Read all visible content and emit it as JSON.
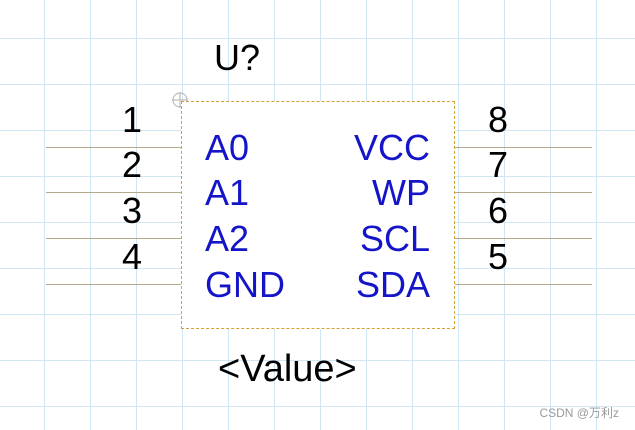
{
  "component": {
    "designator": "U?",
    "value": "<Value>",
    "left_pins": [
      {
        "number": "1",
        "name": "A0"
      },
      {
        "number": "2",
        "name": "A1"
      },
      {
        "number": "3",
        "name": "A2"
      },
      {
        "number": "4",
        "name": "GND"
      }
    ],
    "right_pins": [
      {
        "number": "8",
        "name": "VCC"
      },
      {
        "number": "7",
        "name": "WP"
      },
      {
        "number": "6",
        "name": "SCL"
      },
      {
        "number": "5",
        "name": "SDA"
      }
    ]
  },
  "watermark": "CSDN @万利z",
  "colors": {
    "pin_name": "#1414c8",
    "body_border": "#d4a036",
    "pin_line": "#b5a88c",
    "grid": "#cfe6f5"
  }
}
